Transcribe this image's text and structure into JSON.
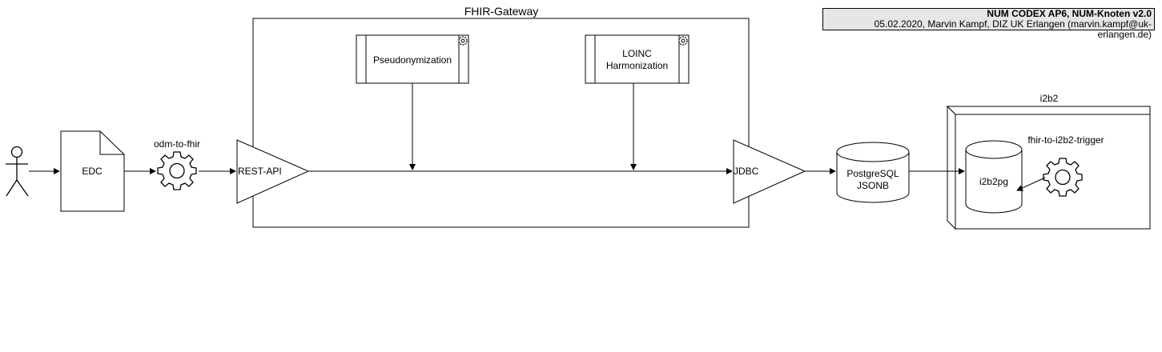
{
  "diagram": {
    "gateway_title": "FHIR-Gateway",
    "meta": {
      "title": "NUM CODEX AP6, NUM-Knoten v2.0",
      "subtitle": "05.02.2020, Marvin Kampf, DIZ UK Erlangen (marvin.kampf@uk-erlangen.de)",
      "fill": "#e6e6e6"
    },
    "nodes": {
      "edc": "EDC",
      "odm_to_fhir": "odm-to-fhir",
      "rest_api": "REST-API",
      "pseudonymization": "Pseudonymization",
      "loinc_line1": "LOINC",
      "loinc_line2": "Harmonization",
      "jdbc": "JDBC",
      "postgres_line1": "PostgreSQL",
      "postgres_line2": "JSONB",
      "i2b2_title": "i2b2",
      "i2b2pg": "i2b2pg",
      "trigger": "fhir-to-i2b2-trigger"
    },
    "icons": {
      "actor": "user-actor-icon",
      "gear": "gear-icon",
      "document": "document-icon",
      "database": "database-icon"
    },
    "colors": {
      "stroke": "#000000",
      "fill": "#ffffff"
    }
  }
}
